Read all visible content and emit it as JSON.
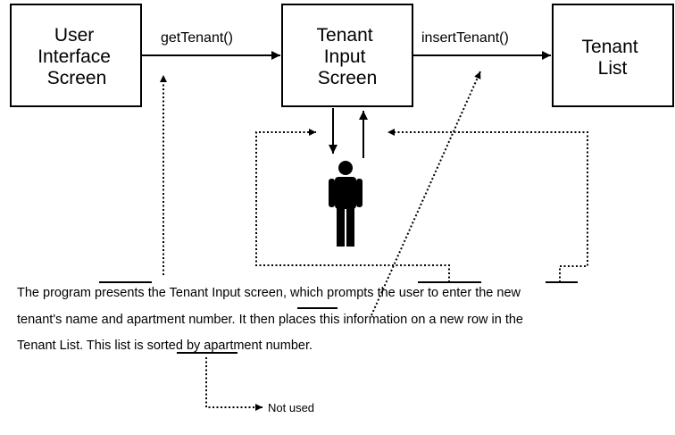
{
  "boxes": {
    "user_interface": [
      "User",
      "Interface",
      "Screen"
    ],
    "tenant_input": [
      "Tenant",
      "Input",
      "Screen"
    ],
    "tenant_list": [
      "Tenant",
      "List"
    ]
  },
  "arrows": {
    "get_tenant": "getTenant()",
    "insert_tenant": "insertTenant()"
  },
  "paragraph": {
    "line1": {
      "p1": "The program ",
      "w_presents": "presents",
      "p2": " the Tenant Input screen, which ",
      "w_prompts": "prompts",
      "p3": " the user to ",
      "w_enter": "enter",
      "p4": " the new"
    },
    "line2": {
      "p1": "tenant's name and apartment number.  It then ",
      "w_places": "places",
      "p2": " this information on a new row in the"
    },
    "line3": {
      "p1": "Tenant List.  This list ",
      "w_is_sorted": "is sorted",
      "p2": " by apartment number."
    }
  },
  "note": "Not used"
}
